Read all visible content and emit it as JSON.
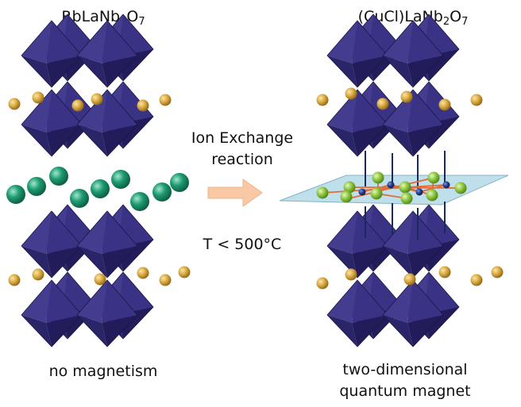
{
  "left": {
    "formula": {
      "parts": [
        "RbLaNb",
        "2",
        "O",
        "7"
      ]
    },
    "caption": "no magnetism"
  },
  "right": {
    "formula": {
      "parts": [
        "(CuCl)LaNb",
        "2",
        "O",
        "7"
      ]
    },
    "caption_line1": "two-dimensional",
    "caption_line2": "quantum magnet"
  },
  "middle": {
    "reaction_line1": "Ion Exchange",
    "reaction_line2": "reaction",
    "condition": "T < 500°C"
  },
  "colors": {
    "octahedron": "#3f3787",
    "rb_ion": "#1f9b72",
    "la_ion": "#d9a940",
    "cl_ion": "#8cc63f",
    "cu_ion": "#223a8c",
    "plane": "#a9d4e3",
    "cu_cl_bond": "#e06b3a",
    "arrow": "#f8c9a4"
  }
}
